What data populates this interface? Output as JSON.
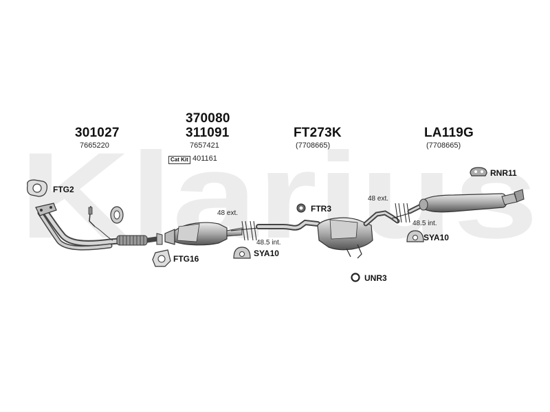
{
  "watermark": {
    "text": "Klarius"
  },
  "groups": [
    {
      "part": "301027",
      "oem": "7665220"
    },
    {
      "part_top": "370080",
      "part": "311091",
      "oem": "7657421",
      "catkit_label": "Cat Kit",
      "catkit_value": "401161"
    },
    {
      "part": "FT273K",
      "oem": "(7708665)"
    },
    {
      "part": "LA119G",
      "oem": "(7708665)"
    }
  ],
  "fittings": {
    "ftg2": "FTG2",
    "ftg16": "FTG16",
    "ftr3": "FTR3",
    "sya10_a": "SYA10",
    "sya10_b": "SYA10",
    "unr3": "UNR3",
    "rnr11": "RNR11"
  },
  "dimensions": {
    "ext_a": "48 ext.",
    "int_a": "48.5 int.",
    "ext_b": "48 ext.",
    "int_b": "48.5 int."
  }
}
